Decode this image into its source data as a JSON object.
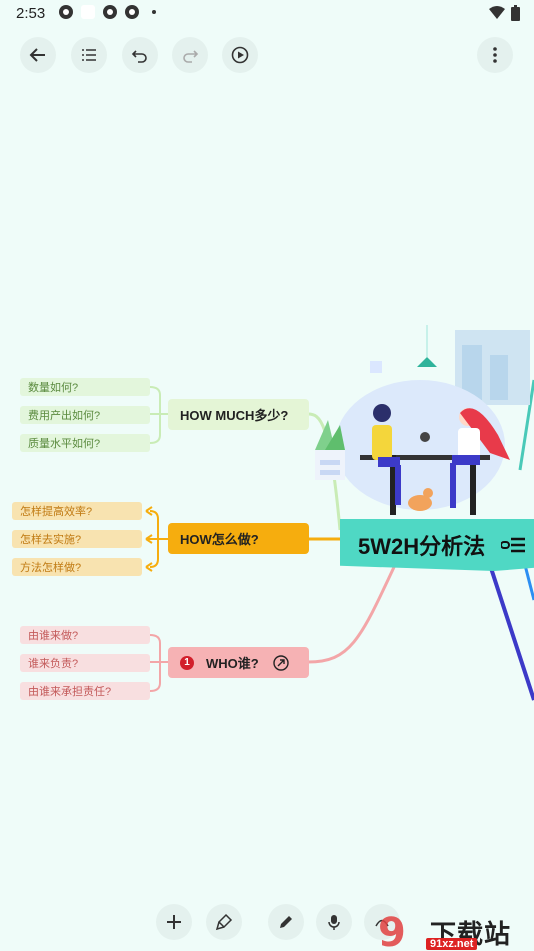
{
  "status_bar": {
    "time": "2:53"
  },
  "toolbar": {
    "back_icon": "arrow-left-icon",
    "outline_icon": "list-icon",
    "undo_icon": "undo-icon",
    "redo_icon": "redo-icon",
    "play_icon": "play-icon",
    "more_icon": "more-vertical-icon"
  },
  "mindmap": {
    "central": "5W2H分析法",
    "branches": {
      "how_much": {
        "label": "HOW MUCH多少?",
        "color": "#e4f5d6",
        "children": [
          "数量如何?",
          "费用产出如何?",
          "质量水平如何?"
        ]
      },
      "how": {
        "label": "HOW怎么做?",
        "color": "#f6ad0e",
        "children": [
          "怎样提高效率?",
          "怎样去实施?",
          "方法怎样做?"
        ]
      },
      "who": {
        "label": "WHO谁?",
        "badge": "1",
        "color": "#f6b2b4",
        "children": [
          "由谁来做?",
          "谁来负责?",
          "由谁来承担责任?"
        ]
      }
    }
  },
  "bottom_toolbar": {
    "add_icon": "plus-icon",
    "format_icon": "paint-brush-icon",
    "edit_icon": "pencil-icon",
    "mic_icon": "microphone-icon",
    "link_icon": "relationship-icon"
  },
  "watermark": {
    "brand": "下载站",
    "url": "91xz.net",
    "mark": "9"
  },
  "colors": {
    "background": "#effcf9",
    "accent": "#4fd8c4",
    "how_line": "#f6ad0e",
    "who_line": "#f3a6a8",
    "how_much_line": "#c9ecb6"
  }
}
